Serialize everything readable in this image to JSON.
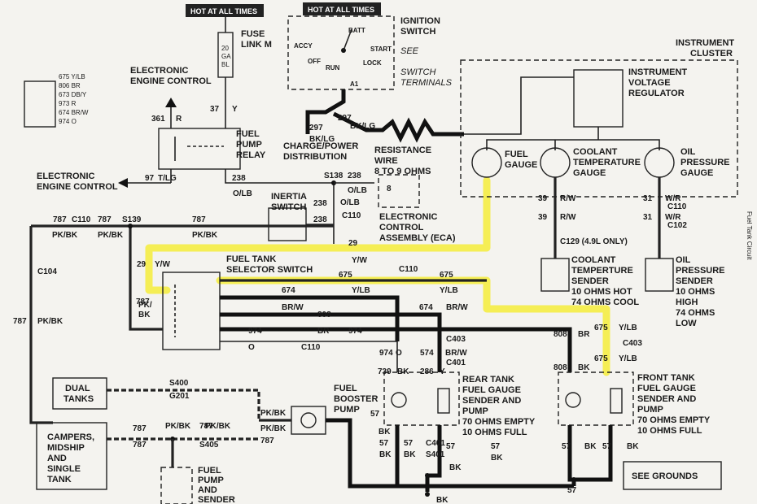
{
  "hot_top": "HOT AT ALL TIMES",
  "fuse_link": [
    "FUSE",
    "LINK M"
  ],
  "fuse_body": [
    "20",
    "GA",
    "BL"
  ],
  "ignition_switch": [
    "IGNITION",
    "SWITCH"
  ],
  "see_switch_terminals": [
    "SEE",
    "SWITCH",
    "TERMINALS"
  ],
  "switch_positions": [
    "BATT",
    "ACCY",
    "START",
    "OFF",
    "RUN",
    "LOCK",
    "A1"
  ],
  "instrument_cluster": [
    "INSTRUMENT",
    "CLUSTER"
  ],
  "voltage_regulator": [
    "INSTRUMENT",
    "VOLTAGE",
    "REGULATOR"
  ],
  "legend_rows": [
    "675 Y/LB",
    "806 BR",
    "673 DB/Y",
    "973 R",
    "674 BR/W",
    "974 O"
  ],
  "eec_top": [
    "ELECTRONIC",
    "ENGINE CONTROL"
  ],
  "eec_left": [
    "ELECTRONIC",
    "ENGINE CONTROL"
  ],
  "fuel_pump_relay": [
    "FUEL",
    "PUMP",
    "RELAY"
  ],
  "charge_power": [
    "CHARGE/POWER",
    "DISTRIBUTION"
  ],
  "resistance_wire": [
    "RESISTANCE",
    "WIRE",
    "8 TO 9 OHMS"
  ],
  "eca": [
    "ELECTRONIC",
    "CONTROL",
    "ASSEMBLY (ECA)"
  ],
  "inertia_switch": [
    "INERTIA",
    "SWITCH"
  ],
  "fuel_gauge": [
    "FUEL",
    "GAUGE"
  ],
  "coolant_gauge": [
    "COOLANT",
    "TEMPERATURE",
    "GAUGE"
  ],
  "oil_gauge": [
    "OIL",
    "PRESSURE",
    "GAUGE"
  ],
  "coolant_sender": [
    "COOLANT",
    "TEMPERTURE",
    "SENDER",
    "10 OHMS HOT",
    "74 OHMS COOL"
  ],
  "oil_sender": [
    "OIL",
    "PRESSURE",
    "SENDER",
    "10 OHMS",
    "HIGH",
    "74 OHMS",
    "LOW"
  ],
  "c129_note": "C129 (4.9L ONLY)",
  "selector_switch": [
    "FUEL TANK",
    "SELECTOR SWITCH"
  ],
  "rear_tank": [
    "REAR TANK",
    "FUEL GAUGE",
    "SENDER AND",
    "PUMP",
    "70 OHMS EMPTY",
    "10 OHMS FULL"
  ],
  "front_tank": [
    "FRONT TANK",
    "FUEL GAUGE",
    "SENDER AND",
    "PUMP",
    "70 OHMS EMPTY",
    "10 OHMS FULL"
  ],
  "booster_pump": [
    "FUEL",
    "BOOSTER",
    "PUMP"
  ],
  "dual_tanks": [
    "DUAL",
    "TANKS"
  ],
  "campers": [
    "CAMPERS,",
    "MIDSHIP",
    "AND",
    "SINGLE",
    "TANK"
  ],
  "fuel_pump_sender": [
    "FUEL",
    "PUMP",
    "AND",
    "SENDER"
  ],
  "see_grounds": "SEE GROUNDS",
  "side_text": "Fuel Tank Circuit",
  "wire_labels": [
    "37",
    "Y",
    "361",
    "R",
    "97",
    "T/LG",
    "238",
    "O/LB",
    "S138",
    "238",
    "O/LB",
    "8",
    "238",
    "238",
    "C110",
    "O/LB",
    "297",
    "BK/LG",
    "297",
    "BK/LG",
    "29",
    "Y/W",
    "29",
    "Y/W",
    "787",
    "C110",
    "787",
    "S139",
    "787",
    "PK/BK",
    "PK/BK",
    "PK/BK",
    "C104",
    "787",
    "PK/BK",
    "787",
    "PK/",
    "BK",
    "675",
    "C110",
    "675",
    "674",
    "Y/LB",
    "Y/LB",
    "BR/W",
    "808",
    "674",
    "BR/W",
    "974",
    "BR",
    "974",
    "O",
    "C110",
    "974",
    "O",
    "574",
    "BR/W",
    "C403",
    "C401",
    "739",
    "BK",
    "286",
    "Y",
    "39",
    "R/W",
    "39",
    "R/W",
    "31",
    "W/R",
    "C110",
    "31",
    "W/R",
    "C102",
    "808",
    "BR",
    "675",
    "Y/LB",
    "C403",
    "808",
    "BK",
    "675",
    "Y/LB",
    "57",
    "BK",
    "57",
    "BK",
    "57",
    "BK",
    "57",
    "BK",
    "C401",
    "S401",
    "57",
    "BK",
    "57",
    "BK",
    "57",
    "BK",
    "57",
    "BK",
    "S400",
    "G201",
    "787",
    "PK/BK",
    "787",
    "S405",
    "787",
    "PK/BK",
    "PK/BK",
    "PK/BK",
    "787",
    "PK/",
    "BK"
  ]
}
